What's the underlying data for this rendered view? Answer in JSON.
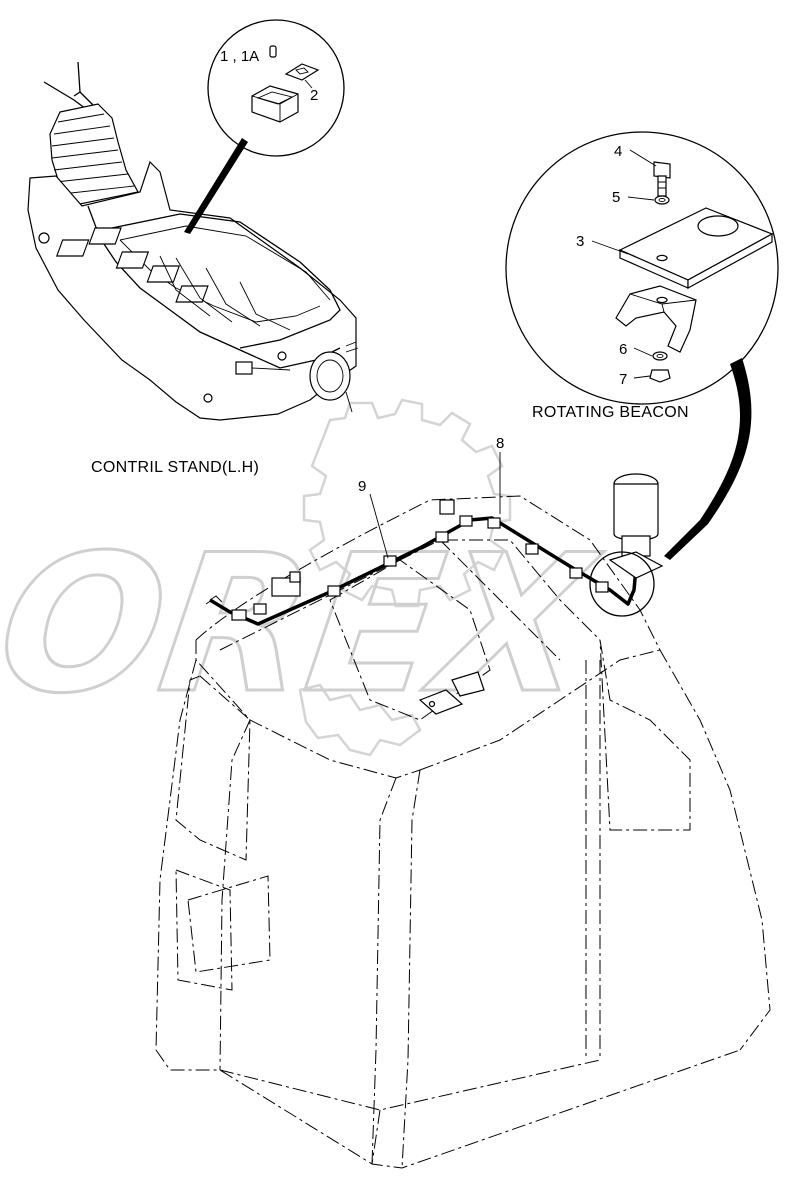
{
  "watermark": {
    "text": "OREX"
  },
  "labels": {
    "callout_1_1a": "1 , 1A",
    "callout_2": "2",
    "callout_3": "3",
    "callout_4": "4",
    "callout_5": "5",
    "callout_6": "6",
    "callout_7": "7",
    "callout_8": "8",
    "callout_9": "9",
    "rotating_beacon": "ROTATING BEACON",
    "control_stand": "CONTRIL STAND(L.H)"
  }
}
